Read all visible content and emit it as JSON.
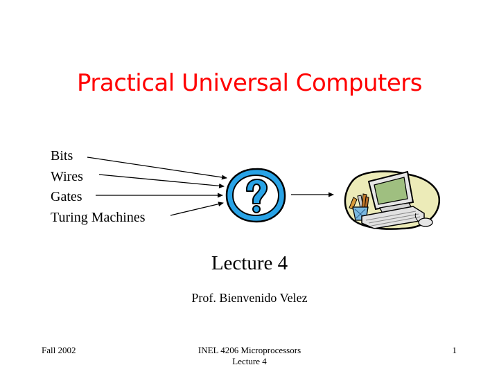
{
  "slide": {
    "title": "Practical Universal Computers",
    "bullets": [
      "Bits",
      "Wires",
      "Gates",
      "Turing Machines"
    ],
    "icons": {
      "question": "question-mark-icon",
      "computer": "computer-clipart-icon"
    },
    "lecture": "Lecture 4",
    "author": "Prof. Bienvenido Velez",
    "colors": {
      "title": "#ff0000",
      "question_fill": "#29a3e6",
      "monitor_screen": "#9fbf80",
      "blob": "#ecebb8"
    }
  },
  "footer": {
    "left": "Fall 2002",
    "center_line1": "INEL 4206 Microprocessors",
    "center_line2": "Lecture 4",
    "page_number": "1"
  }
}
